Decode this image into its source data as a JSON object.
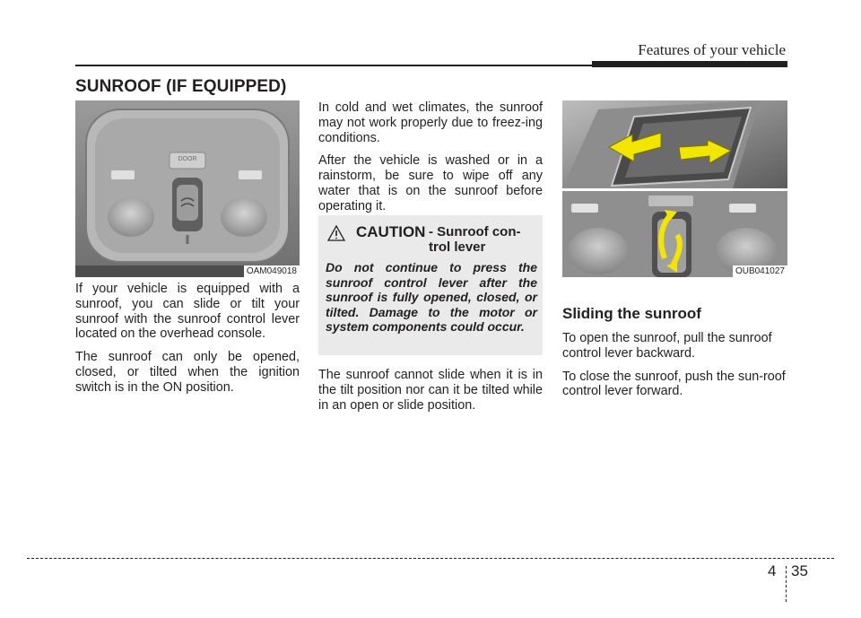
{
  "header": {
    "title": "Features of your vehicle"
  },
  "section": {
    "title": "SUNROOF (IF EQUIPPED)"
  },
  "figures": {
    "left": {
      "label": "OAM049018",
      "button_text": "DOOR"
    },
    "right": {
      "label": "OUB041027"
    }
  },
  "col1": {
    "p1": "If your vehicle is equipped with a sunroof, you can slide or tilt your sunroof with the sunroof control lever located on the overhead console.",
    "p2": "The sunroof can only be opened, closed, or tilted when the ignition switch is in the ON position."
  },
  "col2": {
    "p1": "In cold and wet climates, the sunroof may not work properly due to freez-ing conditions.",
    "p2": "After the vehicle is washed or in a rainstorm, be sure to wipe off any water that is on the sunroof before operating it.",
    "p3": "The sunroof cannot slide when it is in the tilt position nor can it be tilted while in an open or slide position."
  },
  "caution": {
    "word": "CAUTION",
    "subtitle": "- Sunroof con- trol lever",
    "text": "Do not continue to press the sunroof control lever after the sunroof is fully opened, closed, or tilted. Damage to the motor or system components could occur."
  },
  "col3": {
    "heading": "Sliding the sunroof",
    "p1": "To open the sunroof, pull the sunroof control lever backward.",
    "p2": "To close the sunroof, push the sun-roof control lever forward."
  },
  "footer": {
    "chapter": "4",
    "page": "35"
  },
  "colors": {
    "text": "#231f20",
    "caution_bg": "#eaeaea",
    "arrow": "#f2e600"
  }
}
